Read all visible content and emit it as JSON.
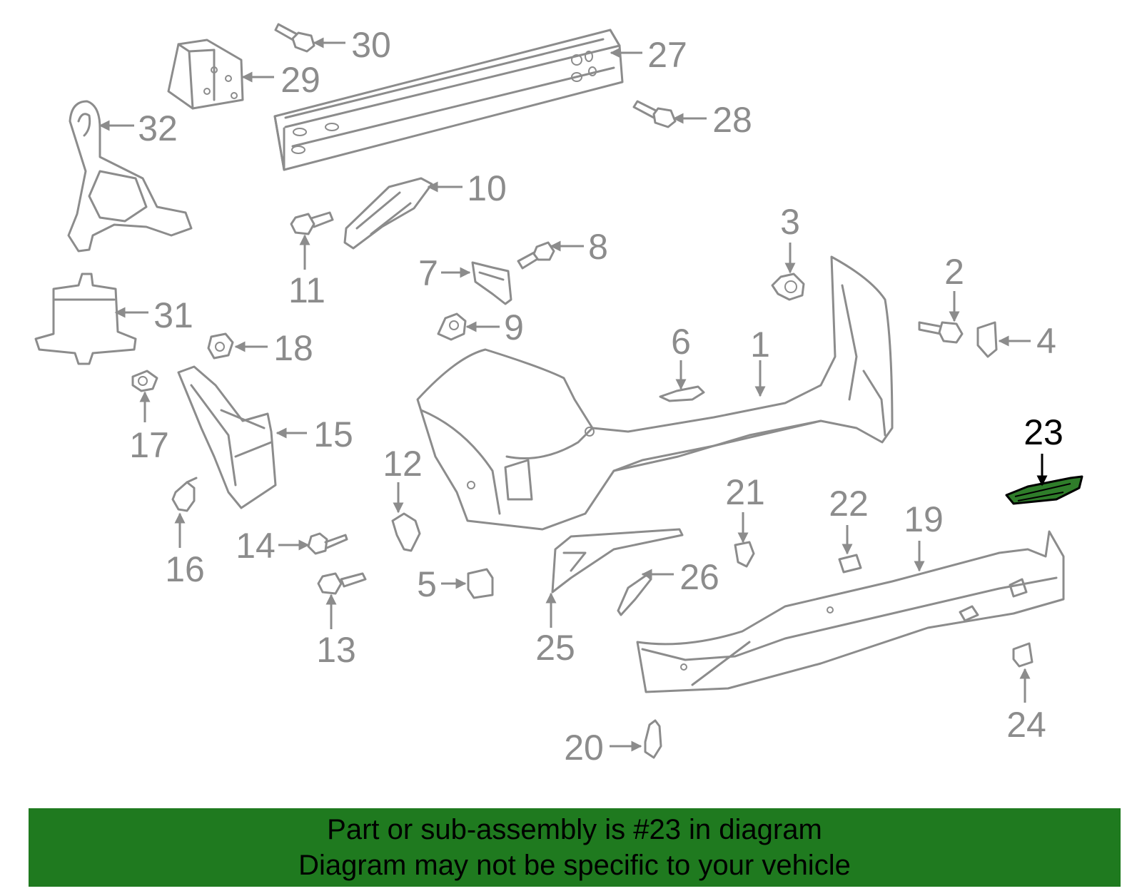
{
  "callouts": [
    {
      "id": "1",
      "label": "1"
    },
    {
      "id": "2",
      "label": "2"
    },
    {
      "id": "3",
      "label": "3"
    },
    {
      "id": "4",
      "label": "4"
    },
    {
      "id": "5",
      "label": "5"
    },
    {
      "id": "6",
      "label": "6"
    },
    {
      "id": "7",
      "label": "7"
    },
    {
      "id": "8",
      "label": "8"
    },
    {
      "id": "9",
      "label": "9"
    },
    {
      "id": "10",
      "label": "10"
    },
    {
      "id": "11",
      "label": "11"
    },
    {
      "id": "12",
      "label": "12"
    },
    {
      "id": "13",
      "label": "13"
    },
    {
      "id": "14",
      "label": "14"
    },
    {
      "id": "15",
      "label": "15"
    },
    {
      "id": "16",
      "label": "16"
    },
    {
      "id": "17",
      "label": "17"
    },
    {
      "id": "18",
      "label": "18"
    },
    {
      "id": "19",
      "label": "19"
    },
    {
      "id": "20",
      "label": "20"
    },
    {
      "id": "21",
      "label": "21"
    },
    {
      "id": "22",
      "label": "22"
    },
    {
      "id": "23",
      "label": "23"
    },
    {
      "id": "24",
      "label": "24"
    },
    {
      "id": "25",
      "label": "25"
    },
    {
      "id": "26",
      "label": "26"
    },
    {
      "id": "27",
      "label": "27"
    },
    {
      "id": "28",
      "label": "28"
    },
    {
      "id": "29",
      "label": "29"
    },
    {
      "id": "30",
      "label": "30"
    },
    {
      "id": "31",
      "label": "31"
    },
    {
      "id": "32",
      "label": "32"
    }
  ],
  "highlight": {
    "part": "23",
    "color": "#2f7d2a"
  },
  "banner": {
    "line1": "Part or sub-assembly is #23 in diagram",
    "line2": "Diagram may not be specific to your vehicle",
    "color": "#1f7a1f"
  }
}
